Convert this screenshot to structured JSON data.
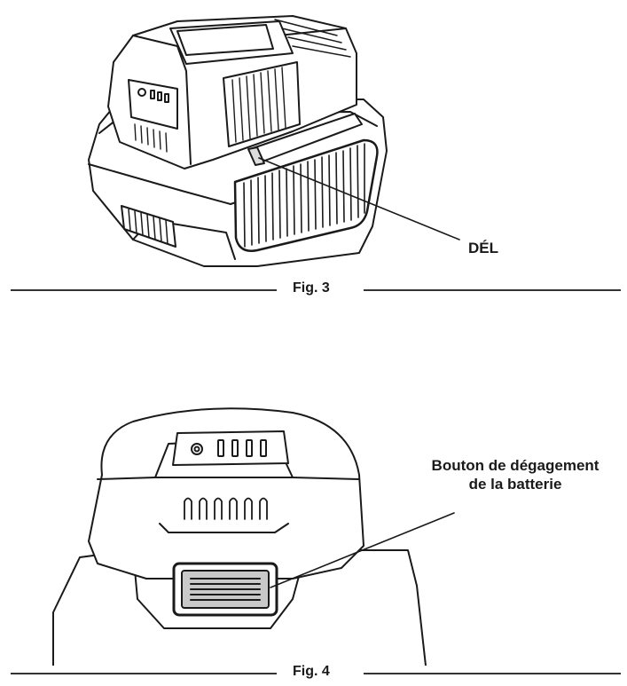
{
  "figure3": {
    "callout_label": "DÉL",
    "caption": "Fig. 3"
  },
  "figure4": {
    "callout_label": "Bouton de dégagement de la batterie",
    "caption": "Fig. 4"
  }
}
